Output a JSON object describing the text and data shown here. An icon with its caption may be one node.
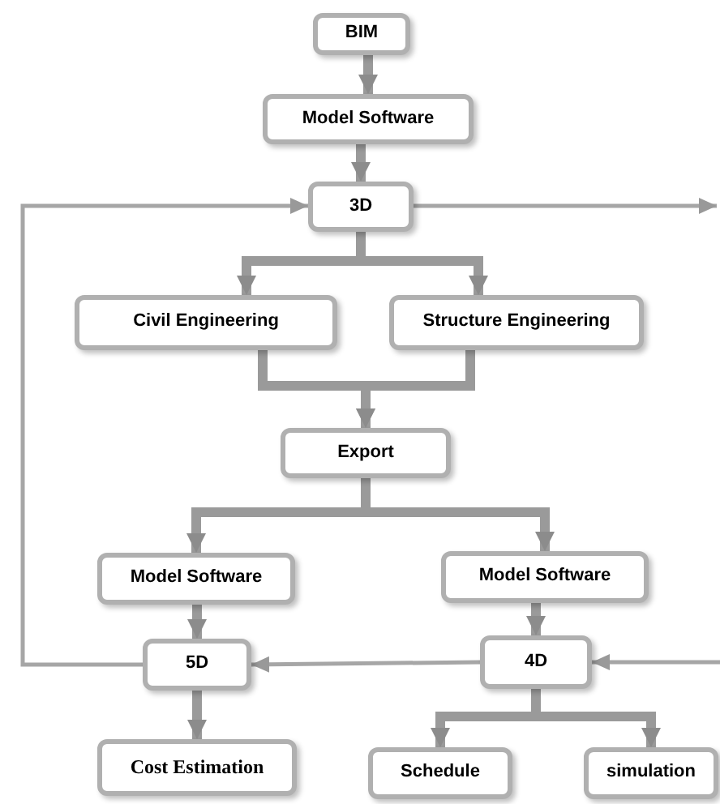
{
  "diagram": {
    "nodes": [
      {
        "text": [
          "BIM"
        ]
      },
      {
        "text": [
          "Model Software"
        ]
      },
      {
        "text": [
          "3D"
        ]
      },
      {
        "text": [
          "Civil Engineering"
        ]
      },
      {
        "text": [
          "Structure Engineering"
        ]
      },
      {
        "text": [
          "Export"
        ]
      },
      {
        "text": [
          "Model Software"
        ]
      },
      {
        "text": [
          "Model Software"
        ]
      },
      {
        "text": [
          "5D"
        ]
      },
      {
        "text": [
          "4D"
        ]
      },
      {
        "text": [
          "Cost Estimation"
        ]
      },
      {
        "text": [
          "Schedule"
        ]
      },
      {
        "text": [
          "simulation"
        ]
      }
    ],
    "edges": [
      {
        "from": 0,
        "to": 1,
        "arrow": "to"
      },
      {
        "from": 1,
        "to": 2,
        "arrow": "to"
      },
      {
        "from": 2,
        "to": 3,
        "arrow": "to"
      },
      {
        "from": 2,
        "to": 4,
        "arrow": "to"
      },
      {
        "from": 3,
        "to": 5,
        "arrow": "to"
      },
      {
        "from": 4,
        "to": 5,
        "arrow": "to"
      },
      {
        "from": 5,
        "to": 6,
        "arrow": "to"
      },
      {
        "from": 5,
        "to": 7,
        "arrow": "to"
      },
      {
        "from": 6,
        "to": 8,
        "arrow": "to"
      },
      {
        "from": 7,
        "to": 9,
        "arrow": "to"
      },
      {
        "from": 9,
        "to": 8,
        "arrow": "to",
        "color": "#a6a6a6"
      },
      {
        "from": 8,
        "to": 2,
        "arrow": "to",
        "color": "#a6a6a6"
      },
      {
        "from": 2,
        "to": null,
        "arrow": "to",
        "color": "#a6a6a6"
      },
      {
        "from": null,
        "to": 9,
        "arrow": "to",
        "color": "#a6a6a6"
      },
      {
        "from": 8,
        "to": 10,
        "arrow": "to"
      },
      {
        "from": 9,
        "to": 11,
        "arrow": "to"
      },
      {
        "from": 9,
        "to": 12,
        "arrow": "to"
      }
    ]
  }
}
